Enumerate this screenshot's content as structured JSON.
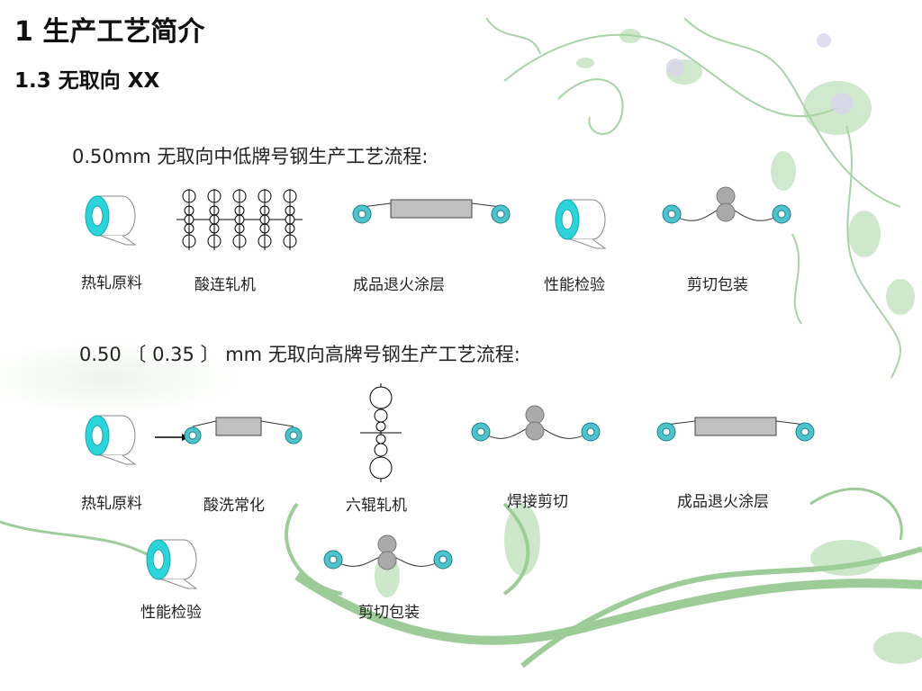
{
  "heading": {
    "title": "1  生产工艺简介",
    "subtitle": "1.3   无取向 XX"
  },
  "process1": {
    "title": "0.50mm 无取向中低牌号钢生产工艺流程:",
    "steps": [
      {
        "label": "热轧原料",
        "icon": "coil-icon"
      },
      {
        "label": "酸连轧机",
        "icon": "tandem-mill-icon"
      },
      {
        "label": "成品退火涂层",
        "icon": "annealing-line-icon"
      },
      {
        "label": "性能检验",
        "icon": "coil-icon"
      },
      {
        "label": "剪切包装",
        "icon": "shear-line-icon"
      }
    ]
  },
  "process2": {
    "title": "0.50 〔 0.35 〕 mm 无取向高牌号钢生产工艺流程:",
    "steps": [
      {
        "label": "热轧原料",
        "icon": "coil-icon"
      },
      {
        "label": "酸洗常化",
        "icon": "pickling-line-icon"
      },
      {
        "label": "六辊轧机",
        "icon": "six-high-mill-icon"
      },
      {
        "label": "焊接剪切",
        "icon": "shear-line-icon"
      },
      {
        "label": "成品退火涂层",
        "icon": "annealing-line-icon"
      },
      {
        "label": "性能检验",
        "icon": "coil-icon"
      },
      {
        "label": "剪切包装",
        "icon": "shear-line-icon"
      }
    ]
  },
  "colors": {
    "coil": "#2ad4d8",
    "roll": "#4ec3cc",
    "furnace": "#c0c0c0",
    "vine": "#6fb06a"
  }
}
